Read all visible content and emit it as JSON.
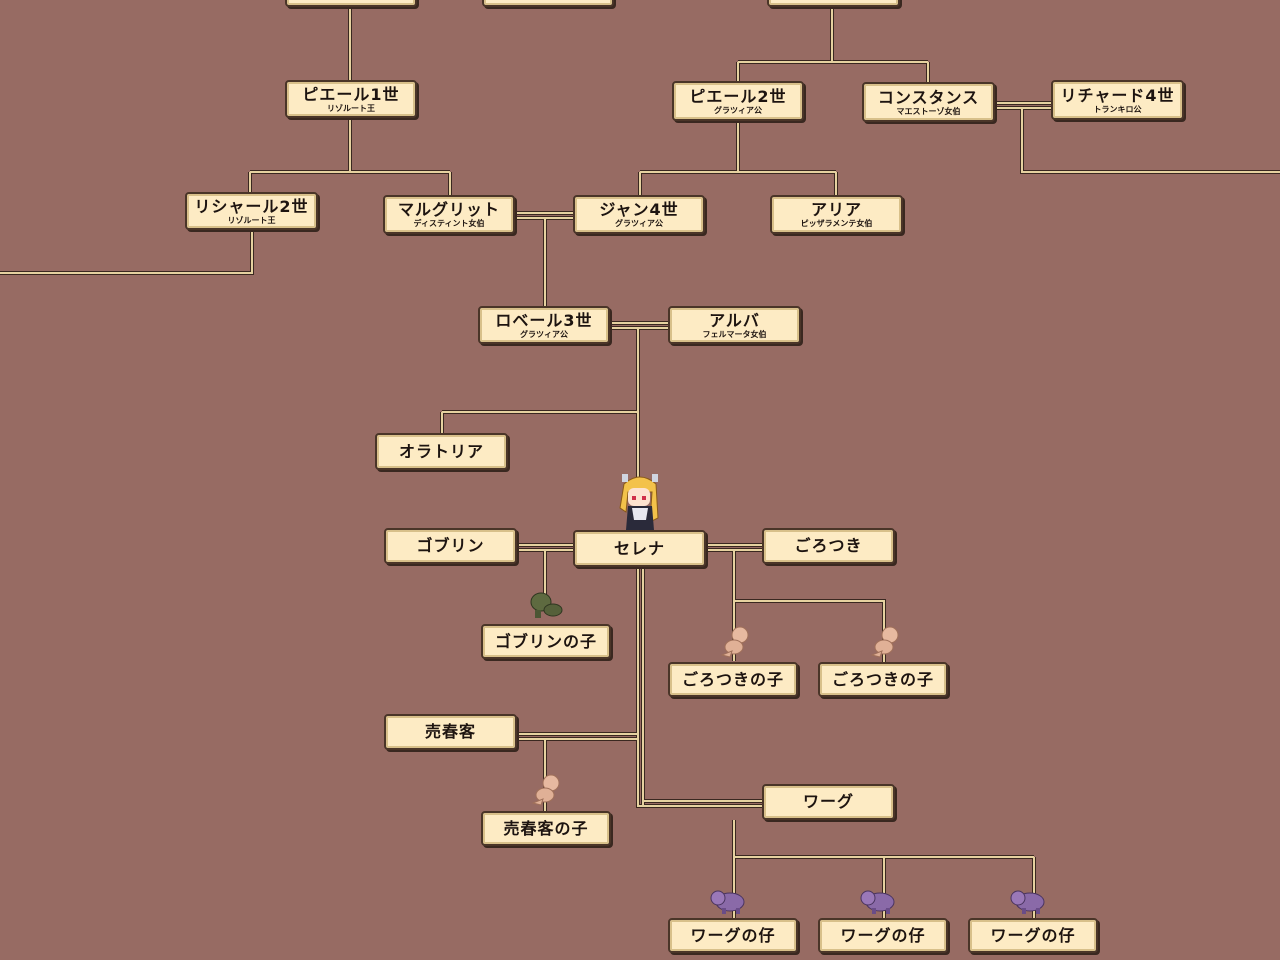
{
  "tree": {
    "nodes": {
      "pierre1": {
        "name": "ピエール1世",
        "title": "リゾルート王"
      },
      "pierre2": {
        "name": "ピエール2世",
        "title": "グラツィア公"
      },
      "constance": {
        "name": "コンスタンス",
        "title": "マエストーゾ女伯"
      },
      "richard4": {
        "name": "リチャード4世",
        "title": "トランキロ公"
      },
      "richard2": {
        "name": "リシャール2世",
        "title": "リゾルート王"
      },
      "marguerite": {
        "name": "マルグリット",
        "title": "ディスティント女伯"
      },
      "jean4": {
        "name": "ジャン4世",
        "title": "グラツィア公"
      },
      "aria": {
        "name": "アリア",
        "title": "ピッザラメンテ女伯"
      },
      "robert3": {
        "name": "ロベール3世",
        "title": "グラツィア公"
      },
      "alba": {
        "name": "アルバ",
        "title": "フェルマータ女伯"
      },
      "oratoria": {
        "name": "オラトリア"
      },
      "goblin": {
        "name": "ゴブリン"
      },
      "selena": {
        "name": "セレナ"
      },
      "gorotsuki": {
        "name": "ごろつき"
      },
      "goblin_child": {
        "name": "ゴブリンの子"
      },
      "gorotsuki_child_1": {
        "name": "ごろつきの子"
      },
      "gorotsuki_child_2": {
        "name": "ごろつきの子"
      },
      "prostitute_client": {
        "name": "売春客"
      },
      "warg": {
        "name": "ワーグ"
      },
      "prostitute_client_child": {
        "name": "売春客の子"
      },
      "warg_pup_1": {
        "name": "ワーグの仔"
      },
      "warg_pup_2": {
        "name": "ワーグの仔"
      },
      "warg_pup_3": {
        "name": "ワーグの仔"
      }
    }
  },
  "colors": {
    "background": "#976b63",
    "box": "#fdebc4",
    "line": "#e6d2a0"
  }
}
